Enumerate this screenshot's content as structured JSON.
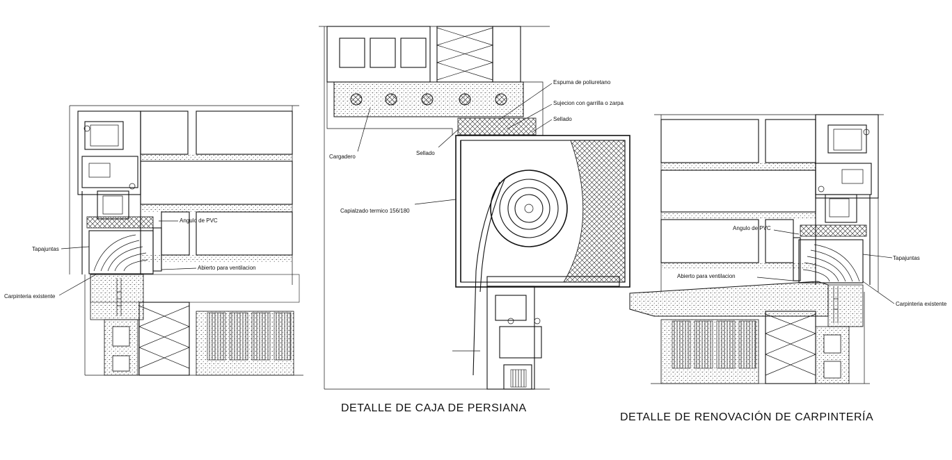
{
  "titles": {
    "shutter_box": "DETALLE DE CAJA DE PERSIANA",
    "renovation": "DETALLE DE RENOVACIÓN DE CARPINTERÍA"
  },
  "left_detail": {
    "angle": "Angulo de PVC",
    "trim": "Tapajuntas",
    "vent": "Abierto para ventilacion",
    "existing": "Carpinteria existente"
  },
  "center_detail": {
    "foam": "Espuma de poliuretano",
    "clamp": "Sujecion con garrilla o zarpa",
    "seal1": "Sellado",
    "seal2": "Sellado",
    "lintel": "Cargadero",
    "box": "Capialzado termico 156/180"
  },
  "right_detail": {
    "angle": "Angulo de PVC",
    "trim": "Tapajuntas",
    "vent": "Abierto para ventilacion",
    "existing": "Carpinteria existente"
  }
}
